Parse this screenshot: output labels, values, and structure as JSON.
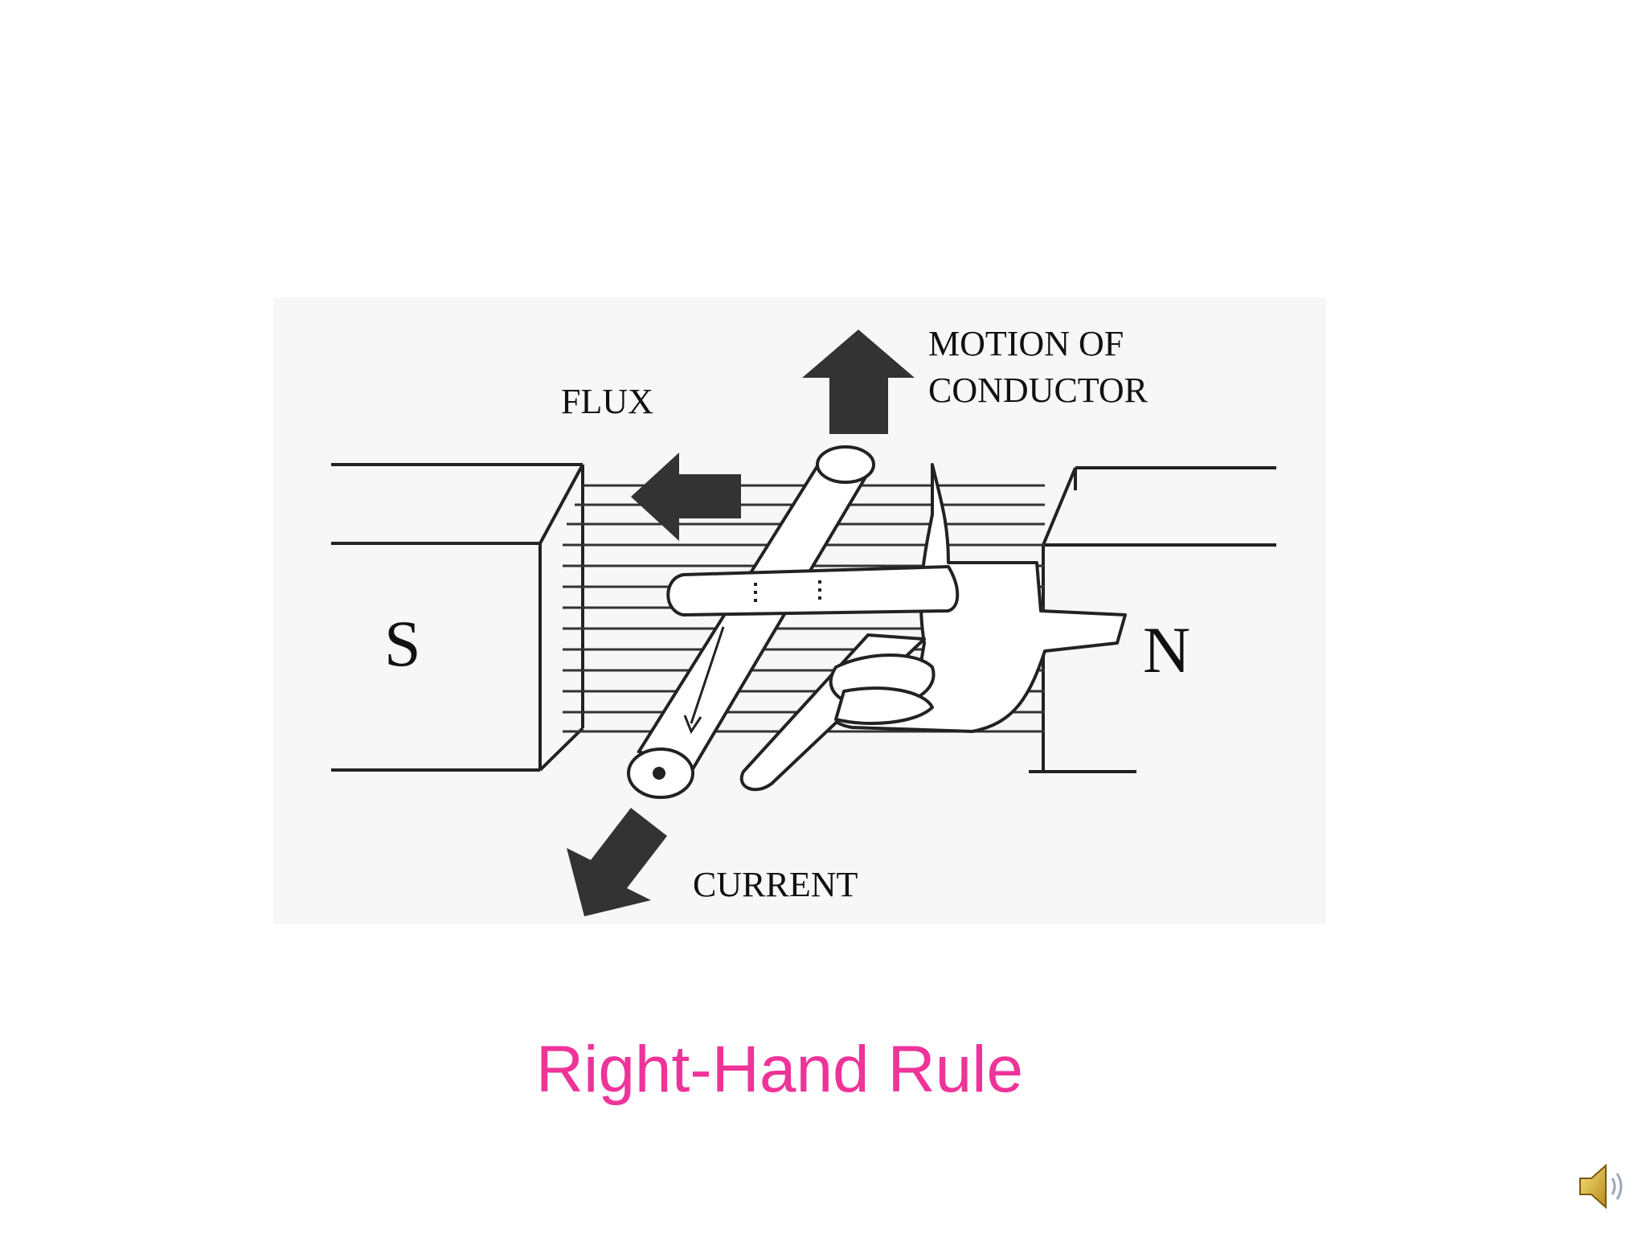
{
  "slide": {
    "caption": "Right-Hand Rule",
    "caption_color": "#ee3399"
  },
  "diagram": {
    "labels": {
      "motion_line1": "MOTION OF",
      "motion_line2": "CONDUCTOR",
      "flux": "FLUX",
      "current": "CURRENT",
      "south_pole": "S",
      "north_pole": "N"
    }
  },
  "controls": {
    "sound_icon": "speaker-icon"
  }
}
